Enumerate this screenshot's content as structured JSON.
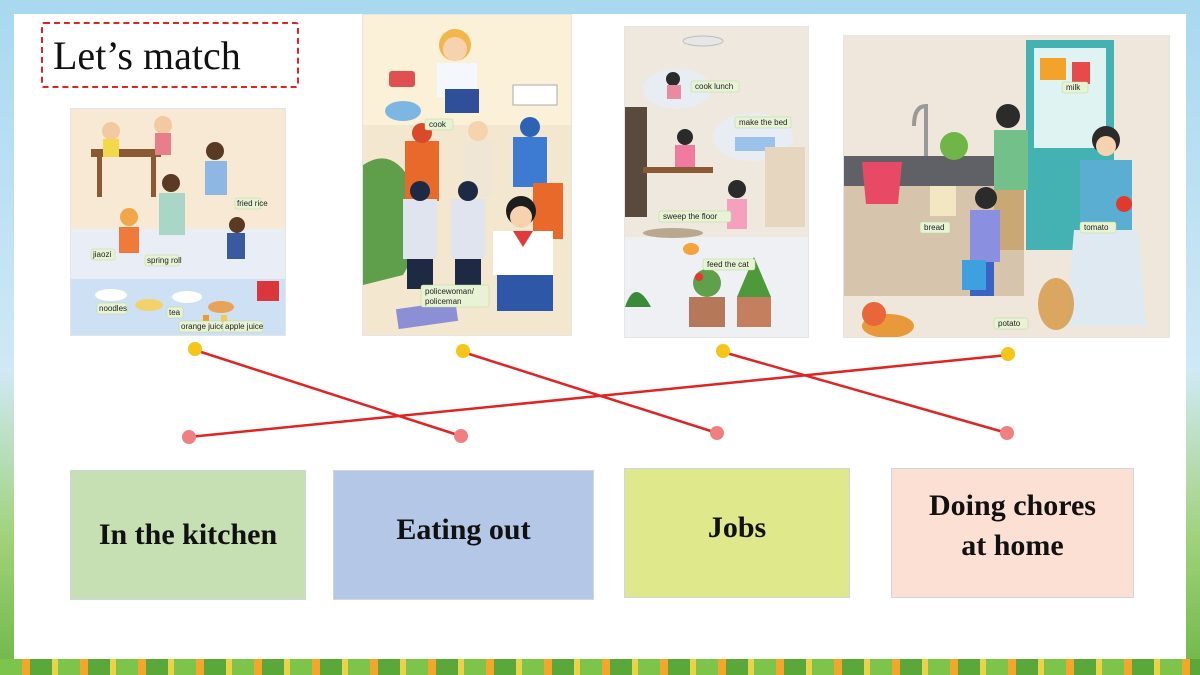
{
  "title": "Let’s match",
  "pictures": [
    {
      "name": "eating-out-scene",
      "labels": [
        "jiaozi",
        "spring roll",
        "fried rice",
        "noodles",
        "tea",
        "orange juice",
        "apple juice"
      ]
    },
    {
      "name": "jobs-scene",
      "labels": [
        "cook",
        "policewoman/",
        "policeman"
      ]
    },
    {
      "name": "chores-scene",
      "labels": [
        "cook lunch",
        "make the bed",
        "sweep the floor",
        "feed the cat"
      ]
    },
    {
      "name": "kitchen-scene",
      "labels": [
        "milk",
        "bread",
        "tomato",
        "potato"
      ]
    }
  ],
  "cards": [
    {
      "label": "In the kitchen",
      "color": "#c6e0b4"
    },
    {
      "label": "Eating out",
      "color": "#b4c7e7"
    },
    {
      "label": "Jobs",
      "color": "#dfe88a"
    },
    {
      "label_line1": "Doing chores",
      "label_line2": "at home",
      "color": "#fbe0d3"
    }
  ],
  "colors": {
    "line": "#e02424",
    "top_dot": "#f5c518",
    "bottom_dot": "#f08080",
    "title_border": "#e02424"
  }
}
